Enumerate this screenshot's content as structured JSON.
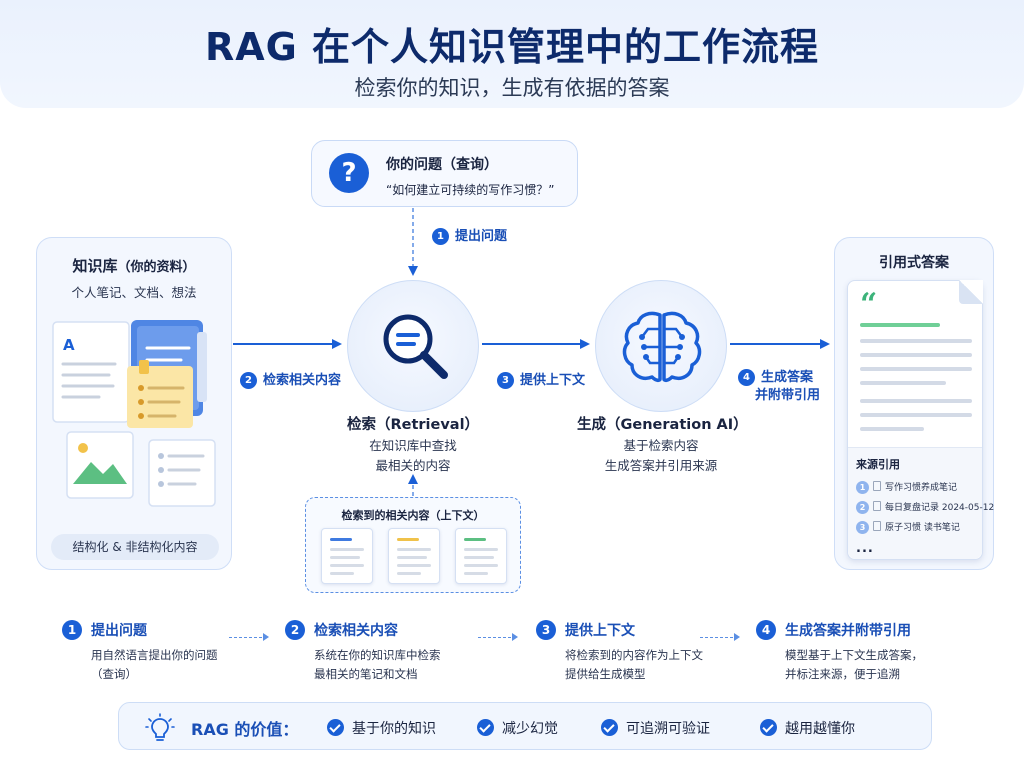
{
  "header": {
    "title": "RAG 在个人知识管理中的工作流程",
    "subtitle": "检索你的知识，生成有依据的答案"
  },
  "question": {
    "icon": "question-icon",
    "title": "你的问题（查询）",
    "text": "“如何建立可持续的写作习惯？”"
  },
  "knowledge_base": {
    "title": "知识库",
    "title_note": "（你的资料）",
    "subtitle": "个人笔记、文档、想法",
    "footer": "结构化 & 非结构化内容"
  },
  "arrows": {
    "ask": {
      "num": "1",
      "label": "提出问题"
    },
    "retrieve": {
      "num": "2",
      "label": "检索相关内容"
    },
    "context": {
      "num": "3",
      "label": "提供上下文"
    },
    "answer_num": "4",
    "answer_line1": "生成答案",
    "answer_line2": "并附带引用"
  },
  "retrieval": {
    "title": "检索（Retrieval）",
    "desc_line1": "在知识库中查找",
    "desc_line2": "最相关的内容"
  },
  "generation": {
    "title": "生成（Generation AI）",
    "desc_line1": "基于检索内容",
    "desc_line2": "生成答案并引用来源"
  },
  "context_box": {
    "title": "检索到的相关内容（上下文）"
  },
  "answer": {
    "title": "引用式答案",
    "quote_mark": "“",
    "sources_title": "来源引用",
    "sources": [
      {
        "num": "1",
        "text": "写作习惯养成笔记"
      },
      {
        "num": "2",
        "text": "每日复盘记录 2024-05-12"
      },
      {
        "num": "3",
        "text": "原子习惯 读书笔记"
      }
    ],
    "more": "..."
  },
  "steps": [
    {
      "num": "1",
      "title": "提出问题",
      "line1": "用自然语言提出你的问题",
      "line2": "（查询）"
    },
    {
      "num": "2",
      "title": "检索相关内容",
      "line1": "系统在你的知识库中检索",
      "line2": "最相关的笔记和文档"
    },
    {
      "num": "3",
      "title": "提供上下文",
      "line1": "将检索到的内容作为上下文",
      "line2": "提供给生成模型"
    },
    {
      "num": "4",
      "title": "生成答案并附带引用",
      "line1": "模型基于上下文生成答案，",
      "line2": "并标注来源，便于追溯"
    }
  ],
  "value_bar": {
    "label": "RAG 的价值：",
    "items": [
      "基于你的知识",
      "减少幻觉",
      "可追溯可验证",
      "越用越懂你"
    ]
  },
  "colors": {
    "accent": "#1a5fd6",
    "title": "#0d2a6b",
    "green": "#3cb37a"
  }
}
